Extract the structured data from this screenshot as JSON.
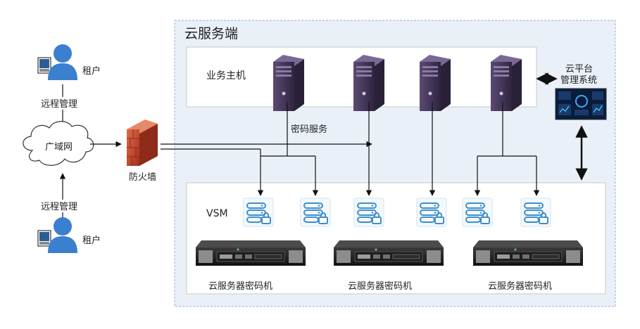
{
  "cloud_area": {
    "title": "云服务端"
  },
  "business_host": {
    "label": "业务主机"
  },
  "crypto_service": {
    "label": "密码服务"
  },
  "vsm": {
    "label": "VSM"
  },
  "tenant_top": {
    "label": "租户",
    "arrow_label": "远程管理"
  },
  "tenant_bottom": {
    "label": "租户",
    "arrow_label": "远程管理"
  },
  "wan": {
    "label": "广域网"
  },
  "firewall": {
    "label": "防火墙"
  },
  "platform": {
    "line1": "云平台",
    "line2": "管理系统"
  },
  "crypto_machines": [
    {
      "label": "云服务器密码机"
    },
    {
      "label": "云服务器密码机"
    },
    {
      "label": "云服务器密码机"
    }
  ],
  "colors": {
    "cloud_bg": "#eaf0f8",
    "cloud_border": "#9ab0cc",
    "person": "#3b7fcf",
    "server_purple": "#4a3a5e",
    "vsm_blue": "#3d8fcc",
    "firewall": "#c9482f"
  }
}
